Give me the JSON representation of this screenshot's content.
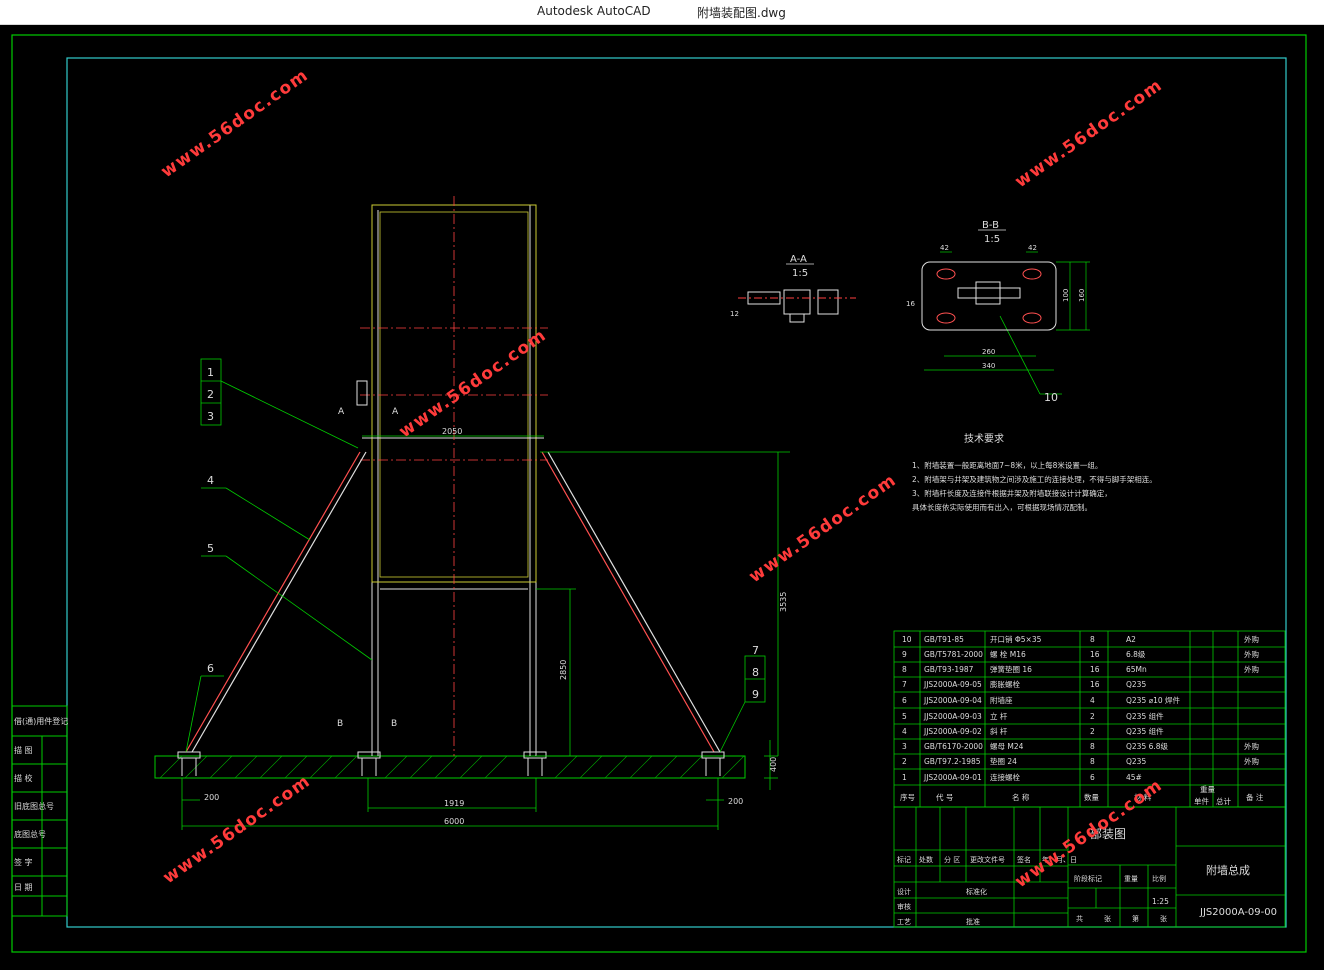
{
  "window": {
    "app_name": "Autodesk AutoCAD",
    "document_name": "附墙装配图.dwg"
  },
  "colors": {
    "background": "#000000",
    "frame": "#00cc00",
    "inner_frame": "#33cccc",
    "structure": "#e8e8e8",
    "yellow": "#cccc33",
    "red": "#ff4040",
    "watermark": "#ff3b3b"
  },
  "watermark": "www.56doc.com",
  "callouts": [
    "1",
    "2",
    "3",
    "4",
    "5",
    "6",
    "7",
    "8",
    "9",
    "10"
  ],
  "section_labels": {
    "aa": "A-A",
    "aa_scale": "1:5",
    "bb": "B-B",
    "bb_scale": "1:5",
    "a": "A",
    "b": "B"
  },
  "dimensions": {
    "top_width": "2050",
    "height_mid": "2850",
    "height_total": "3535",
    "base_left": "200",
    "base_right": "200",
    "inner_span": "1919",
    "overall": "6000",
    "foundation": "400",
    "bb_42a": "42",
    "bb_42b": "42",
    "bb_260": "260",
    "bb_340": "340",
    "bb_100": "100",
    "bb_160": "160",
    "bb_16": "16",
    "aa_12": "12"
  },
  "tech_requirements": {
    "title": "技术要求",
    "items": [
      "1、附墙装置一般距离地面7~8米，以上每8米设置一组。",
      "2、附墙架与井架及建筑物之间涉及施工的连接处理，不得与脚手架相连。",
      "3、附墙杆长度及连接件根据井架及附墙联接设计计算确定，",
      "    具体长度依实际使用而有出入，可根据现场情况配制。"
    ]
  },
  "parts_list": {
    "rows": [
      {
        "no": "10",
        "code": "GB/T91-85",
        "name": "开口销  Φ5×35",
        "qty": "8",
        "material": "A2",
        "note": "外购"
      },
      {
        "no": "9",
        "code": "GB/T5781-2000",
        "name": "螺  栓  M16",
        "qty": "16",
        "material": "6.8级",
        "note": "外购"
      },
      {
        "no": "8",
        "code": "GB/T93-1987",
        "name": "弹簧垫圈  16",
        "qty": "16",
        "material": "65Mn",
        "note": "外购"
      },
      {
        "no": "7",
        "code": "JJS2000A-09-05",
        "name": "膨胀螺栓",
        "qty": "16",
        "material": "Q235",
        "note": ""
      },
      {
        "no": "6",
        "code": "JJS2000A-09-04",
        "name": "附墙座",
        "qty": "4",
        "material": "Q235  ⌀10 焊件",
        "note": ""
      },
      {
        "no": "5",
        "code": "JJS2000A-09-03",
        "name": "立  杆",
        "qty": "2",
        "material": "Q235 组件",
        "note": ""
      },
      {
        "no": "4",
        "code": "JJS2000A-09-02",
        "name": "斜  杆",
        "qty": "2",
        "material": "Q235 组件",
        "note": ""
      },
      {
        "no": "3",
        "code": "GB/T6170-2000",
        "name": "螺母  M24",
        "qty": "8",
        "material": "Q235  6.8级",
        "note": "外购"
      },
      {
        "no": "2",
        "code": "GB/T97.2-1985",
        "name": "垫圈  24",
        "qty": "8",
        "material": "Q235",
        "note": "外购"
      },
      {
        "no": "1",
        "code": "JJS2000A-09-01",
        "name": "连接螺栓",
        "qty": "6",
        "material": "45#",
        "note": ""
      }
    ],
    "headers": [
      "序号",
      "代  号",
      "名  称",
      "数量",
      "材  料",
      "单件",
      "总计",
      "备  注"
    ],
    "weight_header": "重量"
  },
  "title_block": {
    "drawing_type": "部装图",
    "title": "附墙总成",
    "drawing_no": "JJS2000A-09-00",
    "scale": "1:25",
    "headers_row1": [
      "标记",
      "处数",
      "分  区",
      "更改文件号",
      "签名",
      "年、月、日"
    ],
    "headers_row2": [
      "设计",
      "标准化",
      "阶段标记",
      "重量",
      "比例"
    ],
    "rows_left": [
      "设计",
      "审核",
      "工艺"
    ],
    "approve": "批准",
    "sheet": [
      "共",
      "张",
      "第",
      "张"
    ]
  },
  "side_table": [
    "借(通)用件登记",
    "描  图",
    "描  校",
    "旧底图总号",
    "底图总号",
    "签  字",
    "日  期"
  ]
}
